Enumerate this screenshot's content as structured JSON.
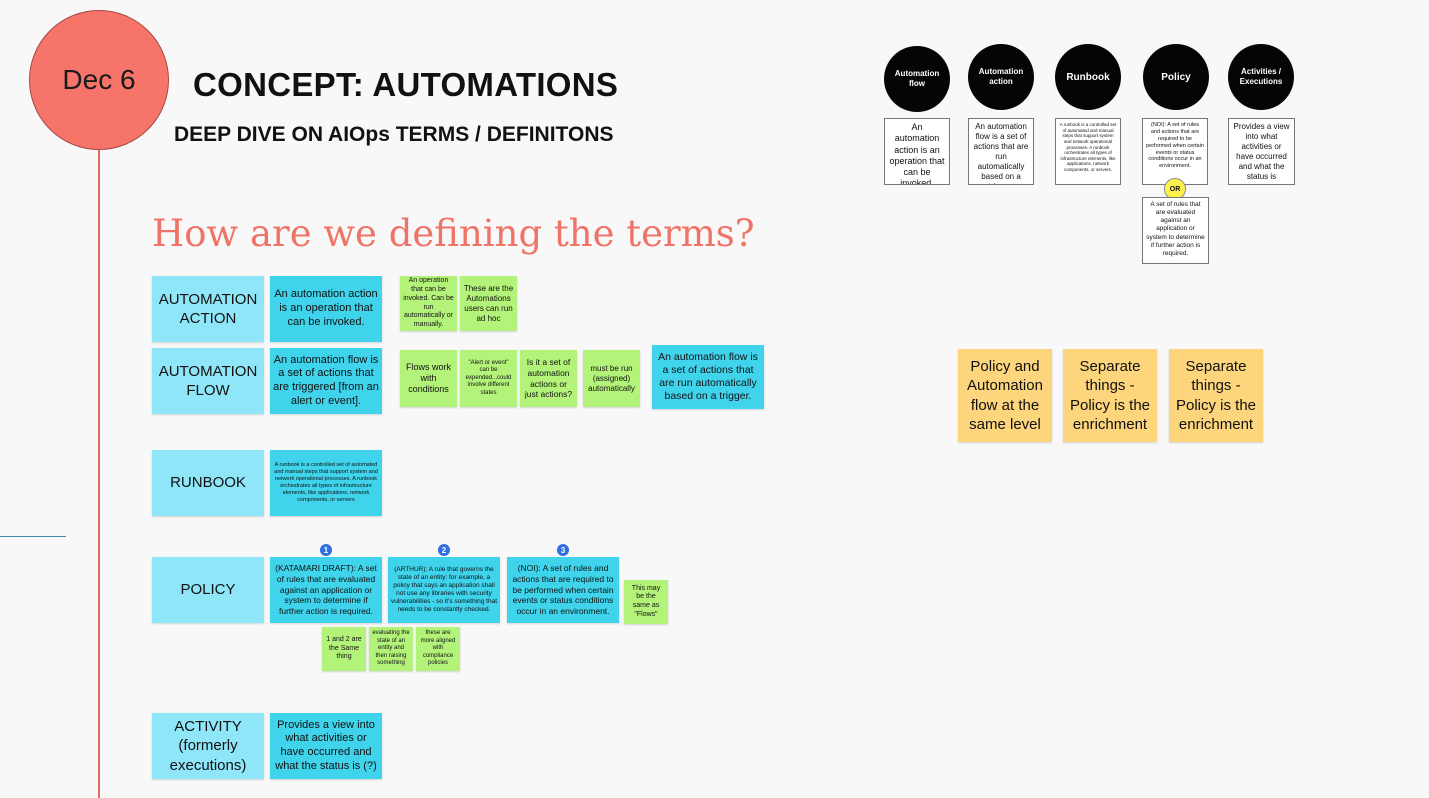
{
  "header": {
    "date": "Dec 6",
    "title": "CONCEPT: AUTOMATIONS",
    "subtitle": "DEEP DIVE ON AIOps TERMS / DEFINITONS",
    "question": "How are we defining the terms?"
  },
  "terms": {
    "automation_action": "AUTOMATION ACTION",
    "automation_flow": "AUTOMATION FLOW",
    "runbook": "RUNBOOK",
    "policy": "POLICY",
    "activity": "ACTIVITY (formerly executions)"
  },
  "definitions": {
    "automation_action": "An automation action is an operation that can be invoked.",
    "automation_flow": "An automation flow is a set of actions that are triggered [from an alert or event].",
    "automation_flow_alt": "An automation flow is a set of actions that are run automatically based on a trigger.",
    "runbook": "A runbook is a controlled set of automated and manual steps that support system and network operational processes. A runbook orchestrates all types of infrastructure elements, like applications, network components, or servers",
    "policy_1": "(KATAMARI DRAFT): A set of rules that are evaluated against an application or system to determine if further action is required.",
    "policy_2": "(ARTHUR): A rule that governs the state of an entity: for example, a policy that says an application shall not use any libraries with security vulnerabilities - so it's something that needs to be constantly checked.",
    "policy_3": "(NOI): A set of rules and actions that are required to be performed when certain events or status conditions occur in an environment.",
    "activity": "Provides a view into what activities or have occurred and what the status is (?)"
  },
  "badges": [
    "1",
    "2",
    "3"
  ],
  "green_notes": {
    "action_1": "An operation that can be invoked. Can be run automatically or manually.",
    "action_2": "These are the Automations users can run ad hoc",
    "flow_1": "Flows work with conditions",
    "flow_2": "\"Alert or event\" can be expended...could involve different states",
    "flow_3": "Is it a set of automation actions or just actions?",
    "flow_4": "must be run (assigned) automatically",
    "policy_same": "This may be the same as \"Flows\"",
    "policy_a": "1 and 2 are the Same thing",
    "policy_b": "evaluating the state of an entity and then raising something",
    "policy_c": "these are more aligned with compliance policies"
  },
  "yellow_notes": [
    "Policy and Automation flow at the same level",
    "Separate things - Policy is the enrichment",
    "Separate things - Policy is the enrichment"
  ],
  "glossary": {
    "headers": [
      "Automation flow",
      "Automation action",
      "Runbook",
      "Policy",
      "Activities / Executions"
    ],
    "definitions": [
      "An automation action is an operation that can be invoked.",
      "An automation flow is a set of actions that are run automatically based on a trigger.",
      "A runbook is a controlled set of automated and manual steps that support system and network operational processes. A runbook orchestrates all types of infrastructure elements, like applications, network components, or servers.",
      "(NOI): A set of rules and actions that are required to be performed when certain events or status conditions occur in an environment.",
      "Provides a view into what activities or have occurred and what the status is"
    ],
    "or_label": "OR",
    "policy_alt": "A set of rules that are evaluated against an application or system to determine if further action is required."
  },
  "colors": {
    "date_circle": "#f7746b",
    "term_sticky": "#8fe6f8",
    "definition_sticky": "#3fd4ec",
    "green_sticky": "#b4f37a",
    "yellow_sticky": "#fdd57c",
    "question_text": "#ef7366"
  }
}
